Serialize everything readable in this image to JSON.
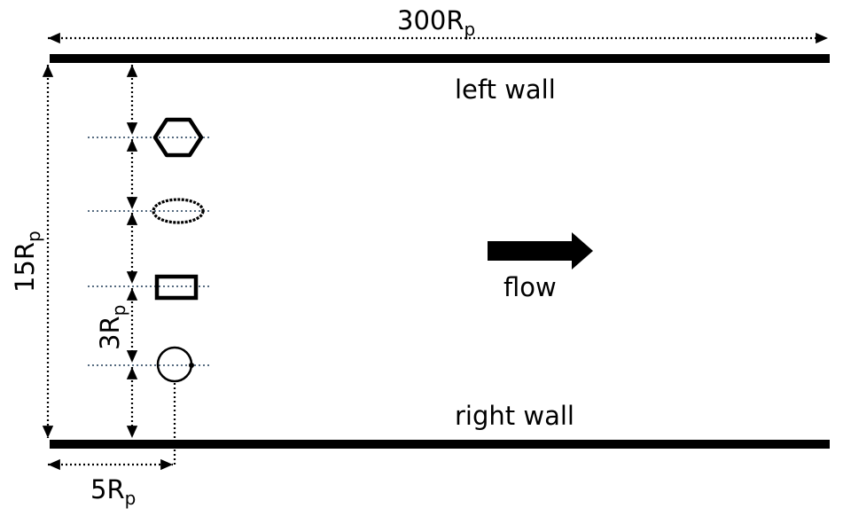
{
  "labels": {
    "length_value": "300R",
    "length_sub": "p",
    "width_value": "15R",
    "width_sub": "p",
    "spacing_value": "3R",
    "spacing_sub": "p",
    "offset_value": "5R",
    "offset_sub": "p",
    "top_wall": "left wall",
    "bottom_wall": "right wall",
    "flow": "flow"
  },
  "shapes": [
    "hexagon-icon",
    "ellipse-icon",
    "rectangle-icon",
    "circle-icon"
  ],
  "colors": {
    "ink": "#000000",
    "guide_dots": "#1f3a56"
  }
}
